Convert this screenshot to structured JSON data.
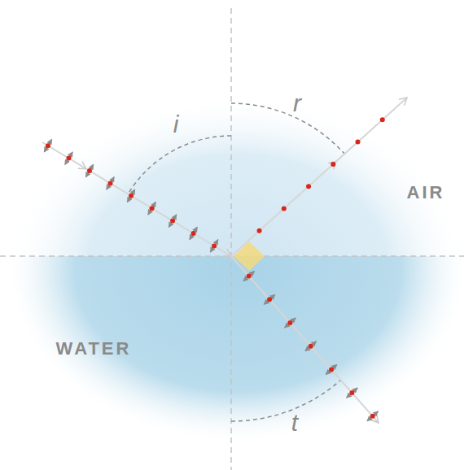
{
  "diagram": {
    "labels": [
      "i",
      "r",
      "AIR",
      "WATER",
      "t"
    ]
  }
}
